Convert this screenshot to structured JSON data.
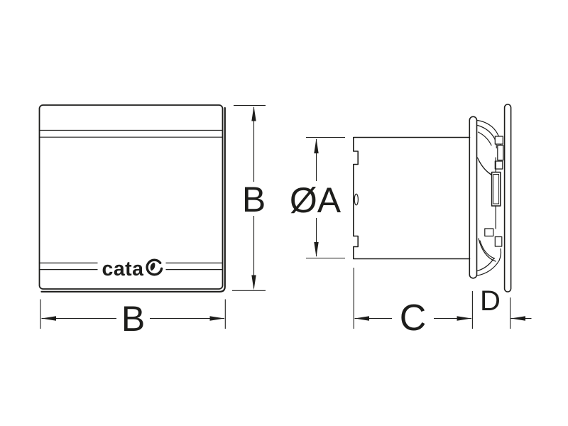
{
  "logo": {
    "text": "cata",
    "mark_icon": "cata-swirl-icon"
  },
  "dimension_labels": {
    "front_height": "B",
    "front_width": "B",
    "duct_diameter": "ØA",
    "body_depth": "C",
    "panel_depth": "D"
  },
  "colors": {
    "line": "#1d1d1b",
    "background": "#ffffff"
  }
}
